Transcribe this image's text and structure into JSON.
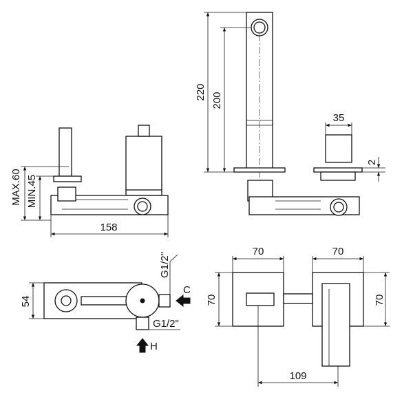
{
  "side_view": {
    "dim_height_max": "MAX.60",
    "dim_height_min": "MIN.45",
    "dim_width": "158"
  },
  "spout_view": {
    "dim_total_height": "220",
    "dim_spout_height": "200",
    "dim_handle_width": "35",
    "dim_plate_thickness": "2"
  },
  "top_view": {
    "dim_depth": "54",
    "thread_top": "G1/2\"",
    "thread_bottom": "G1/2\"",
    "label_cold": "C",
    "label_hot": "H"
  },
  "front_view": {
    "dim_left_width": "70",
    "dim_right_width": "70",
    "dim_left_height": "70",
    "dim_right_height": "70",
    "dim_center_distance": "109"
  }
}
